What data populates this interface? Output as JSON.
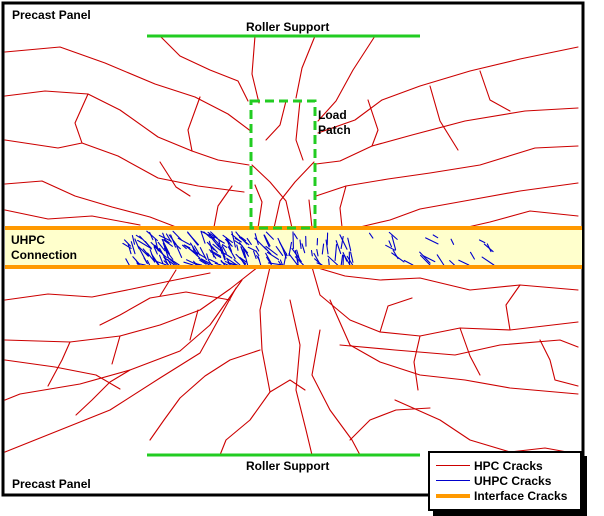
{
  "labels": {
    "top_panel": "Precast Panel",
    "bottom_panel": "Precast Panel",
    "top_support": "Roller Support",
    "bottom_support": "Roller Support",
    "load_patch_line1": "Load",
    "load_patch_line2": "Patch",
    "connection_line1": "UHPC",
    "connection_line2": "Connection"
  },
  "legend": {
    "items": [
      {
        "label": "HPC Cracks",
        "color": "#cc0000"
      },
      {
        "label": "UHPC Cracks",
        "color": "#0000cc"
      },
      {
        "label": "Interface Cracks",
        "color": "#ff9900"
      }
    ]
  },
  "colors": {
    "hpc_crack": "#cc0000",
    "uhpc_crack": "#0000cc",
    "interface": "#ff9900",
    "support": "#22cc22",
    "load_patch": "#22cc22",
    "connection_fill": "#ffffcc",
    "frame": "#000000"
  }
}
